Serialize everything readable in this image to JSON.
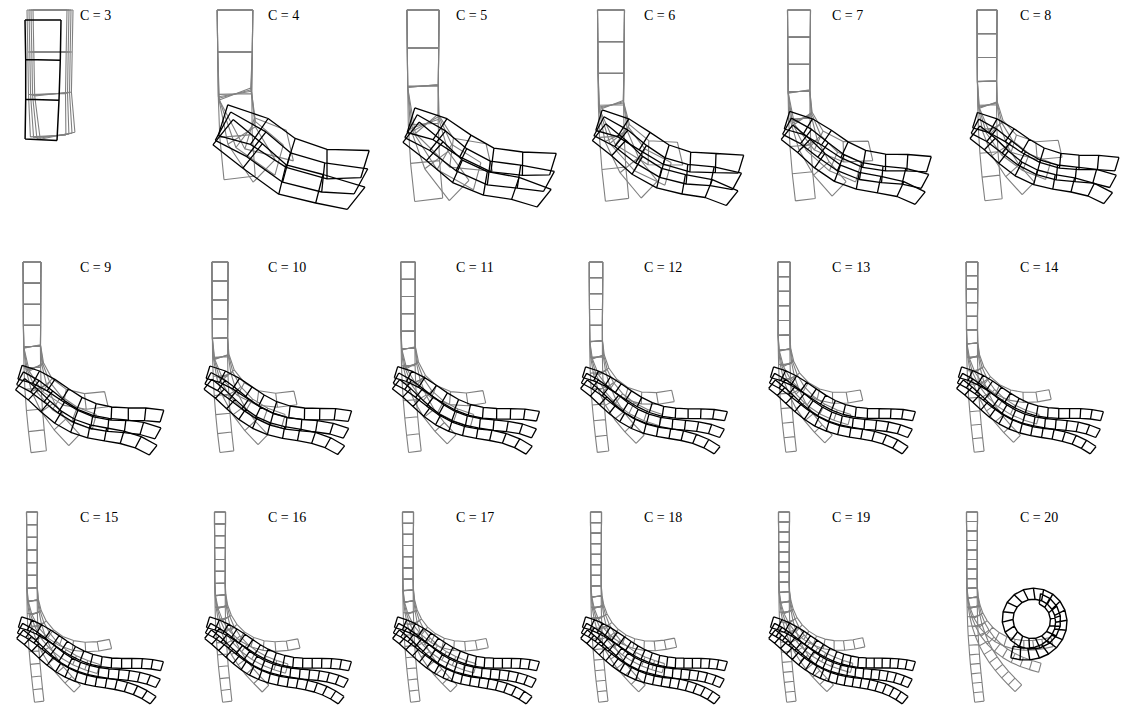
{
  "diagram": {
    "labels": [
      "C = 3",
      "C = 4",
      "C = 5",
      "C = 6",
      "C = 7",
      "C = 8",
      "C = 9",
      "C = 10",
      "C = 11",
      "C = 12",
      "C = 13",
      "C = 14",
      "C = 15",
      "C = 16",
      "C = 17",
      "C = 18",
      "C = 19",
      "C = 20"
    ]
  }
}
